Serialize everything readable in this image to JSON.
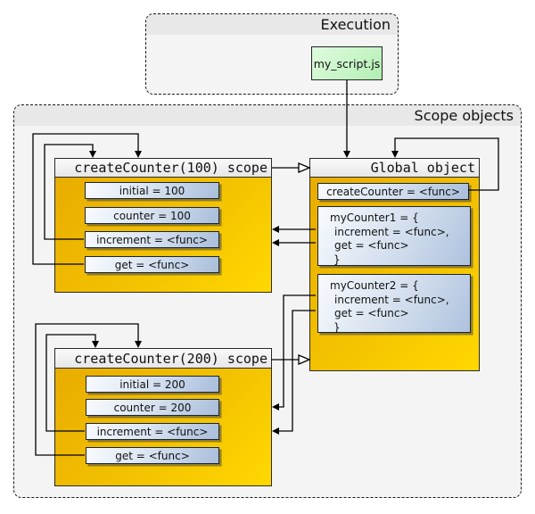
{
  "execution": {
    "title": "Execution",
    "script_label": "my_script.js"
  },
  "scopes": {
    "title": "Scope objects",
    "counter100": {
      "title": "createCounter(100) scope",
      "entries": [
        "initial = 100",
        "counter = 100",
        "increment = <func>",
        "get = <func>"
      ]
    },
    "global": {
      "title": "Global object",
      "createCounter_entry": "createCounter = <func>",
      "myCounter1": [
        "myCounter1 = {",
        "increment = <func>,",
        "get = <func>",
        "}"
      ],
      "myCounter2": [
        "myCounter2 = {",
        "increment = <func>,",
        "get = <func>",
        "}"
      ]
    },
    "counter200": {
      "title": "createCounter(200) scope",
      "entries": [
        "initial = 200",
        "counter = 200",
        "increment = <func>",
        "get = <func>"
      ]
    }
  },
  "icons": {
    "closed-arrowhead": "filled black triangle ▶",
    "open-arrowhead": "hollow white triangle ▷ (parent-scope link)"
  },
  "colors": {
    "gold_body_start": "#e7aa00",
    "gold_body_end": "#ffd800",
    "entry_blue": "#a9bedb",
    "entry_white": "#f8fbfe",
    "script_green": "#c8f5c8",
    "container_fill": "#f4f4f4",
    "title_band": "#e8e8e8",
    "line_black": "#000000"
  }
}
